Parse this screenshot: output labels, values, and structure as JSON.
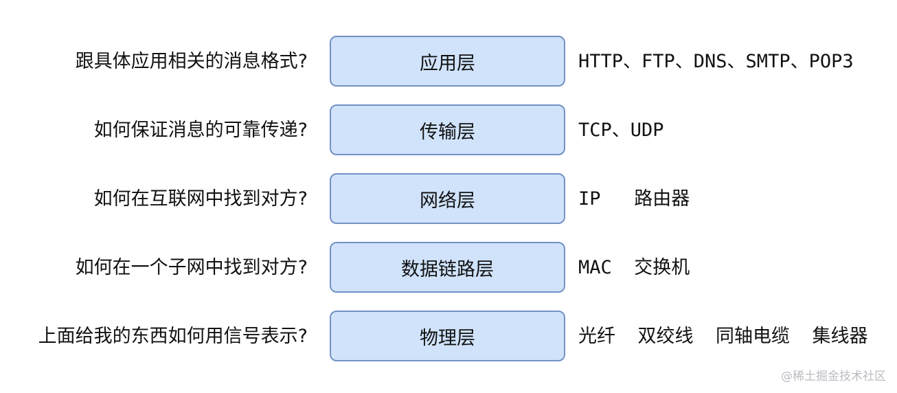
{
  "layers": [
    {
      "question": "跟具体应用相关的消息格式?",
      "name": "应用层",
      "examples": "HTTP、FTP、DNS、SMTP、POP3"
    },
    {
      "question": "如何保证消息的可靠传递?",
      "name": "传输层",
      "examples": "TCP、UDP"
    },
    {
      "question": "如何在互联网中找到对方?",
      "name": "网络层",
      "examples": "IP   路由器"
    },
    {
      "question": "如何在一个子网中找到对方?",
      "name": "数据链路层",
      "examples": "MAC  交换机"
    },
    {
      "question": "上面给我的东西如何用信号表示?",
      "name": "物理层",
      "examples": "光纤  双绞线  同轴电缆  集线器"
    }
  ],
  "watermark": "@稀土掘金技术社区",
  "colors": {
    "box_fill": "#d0e3fb",
    "box_border": "#7391c4",
    "text": "#111111",
    "watermark": "#b9bcc2"
  }
}
